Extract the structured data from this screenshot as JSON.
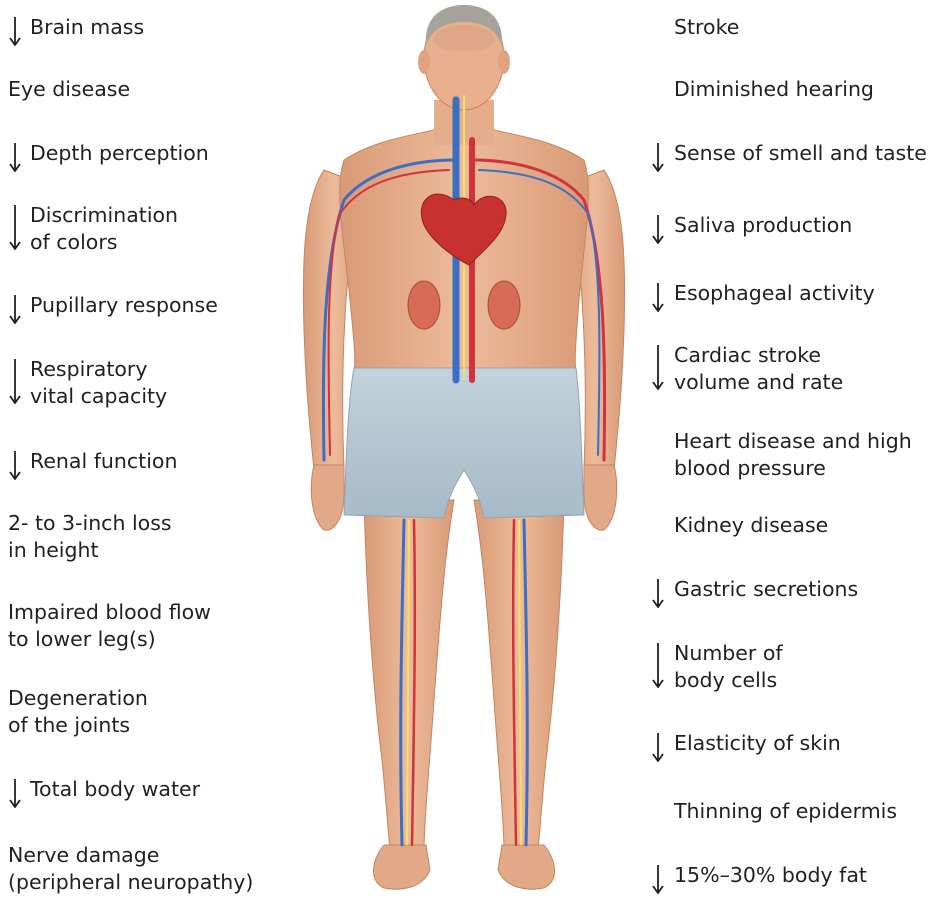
{
  "left_labels": [
    {
      "text": "Brain mass",
      "decrease": true
    },
    {
      "text": "Eye disease",
      "decrease": false
    },
    {
      "text": "Depth perception",
      "decrease": true
    },
    {
      "text": "Discrimination\nof colors",
      "decrease": true
    },
    {
      "text": "Pupillary response",
      "decrease": true
    },
    {
      "text": "Respiratory\nvital capacity",
      "decrease": true
    },
    {
      "text": "Renal function",
      "decrease": true
    },
    {
      "text": "2- to 3-inch loss\nin height",
      "decrease": false
    },
    {
      "text": "Impaired blood flow\nto lower leg(s)",
      "decrease": false
    },
    {
      "text": "Degeneration\nof the joints",
      "decrease": false
    },
    {
      "text": "Total body water",
      "decrease": true
    },
    {
      "text": "Nerve damage\n(peripheral neuropathy)",
      "decrease": false
    }
  ],
  "right_labels": [
    {
      "text": "Stroke",
      "decrease": false
    },
    {
      "text": "Diminished hearing",
      "decrease": false
    },
    {
      "text": "Sense of smell and taste",
      "decrease": true
    },
    {
      "text": "Saliva production",
      "decrease": true
    },
    {
      "text": "Esophageal activity",
      "decrease": true
    },
    {
      "text": "Cardiac stroke\nvolume and rate",
      "decrease": true
    },
    {
      "text": "Heart disease and high\nblood pressure",
      "decrease": false
    },
    {
      "text": "Kidney disease",
      "decrease": false
    },
    {
      "text": "Gastric secretions",
      "decrease": true
    },
    {
      "text": "Number of\nbody cells",
      "decrease": true
    },
    {
      "text": "Elasticity of skin",
      "decrease": true
    },
    {
      "text": "Thinning of epidermis",
      "decrease": false
    },
    {
      "text": "15%–30% body fat",
      "decrease": true
    }
  ],
  "colors": {
    "text": "#231f20",
    "skin": "#e8b08d",
    "skin_shadow": "#c98a68",
    "shorts": "#b4c6d2",
    "vein": "#3a6fc4",
    "artery": "#d2323a",
    "nerve": "#f2e06a",
    "hair": "#a8a29c"
  }
}
